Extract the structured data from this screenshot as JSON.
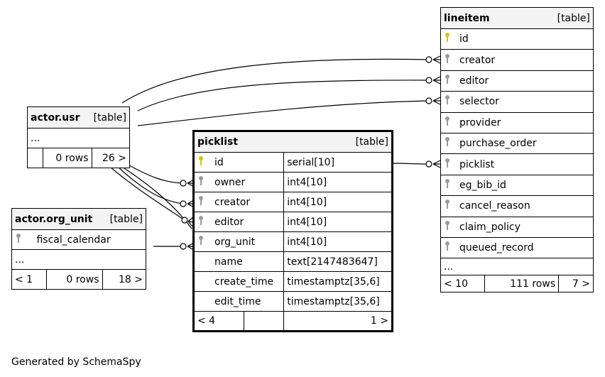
{
  "colors": {
    "primary_key": "#d4c400",
    "foreign_key": "#9a9a9a",
    "header_bg": "#f4f4f4",
    "line": "#000000"
  },
  "tables": {
    "actor_usr": {
      "name": "actor.usr",
      "type": "[table]",
      "ellipsis": "...",
      "footer": {
        "left": "",
        "mid": "0 rows",
        "right": "26 >"
      }
    },
    "actor_org_unit": {
      "name": "actor.org_unit",
      "type": "[table]",
      "columns": [
        {
          "name": "fiscal_calendar",
          "key": "foreign-key-icon"
        }
      ],
      "ellipsis": "...",
      "footer": {
        "left": "< 1",
        "mid": "0 rows",
        "right": "18 >"
      }
    },
    "picklist": {
      "name": "picklist",
      "type": "[table]",
      "columns": [
        {
          "name": "id",
          "type": "serial[10]",
          "key": "primary-key-icon"
        },
        {
          "name": "owner",
          "type": "int4[10]",
          "key": "foreign-key-icon"
        },
        {
          "name": "creator",
          "type": "int4[10]",
          "key": "foreign-key-icon"
        },
        {
          "name": "editor",
          "type": "int4[10]",
          "key": "foreign-key-icon"
        },
        {
          "name": "org_unit",
          "type": "int4[10]",
          "key": "foreign-key-icon"
        },
        {
          "name": "name",
          "type": "text[2147483647]",
          "key": ""
        },
        {
          "name": "create_time",
          "type": "timestamptz[35,6]",
          "key": ""
        },
        {
          "name": "edit_time",
          "type": "timestamptz[35,6]",
          "key": ""
        }
      ],
      "footer": {
        "left": "< 4",
        "mid": "",
        "right": "1 >"
      }
    },
    "lineitem": {
      "name": "lineitem",
      "type": "[table]",
      "columns": [
        {
          "name": "id",
          "key": "primary-key-icon"
        },
        {
          "name": "creator",
          "key": "foreign-key-icon"
        },
        {
          "name": "editor",
          "key": "foreign-key-icon"
        },
        {
          "name": "selector",
          "key": "foreign-key-icon"
        },
        {
          "name": "provider",
          "key": "foreign-key-icon"
        },
        {
          "name": "purchase_order",
          "key": "foreign-key-icon"
        },
        {
          "name": "picklist",
          "key": "foreign-key-icon"
        },
        {
          "name": "eg_bib_id",
          "key": "foreign-key-icon"
        },
        {
          "name": "cancel_reason",
          "key": "foreign-key-icon"
        },
        {
          "name": "claim_policy",
          "key": "foreign-key-icon"
        },
        {
          "name": "queued_record",
          "key": "foreign-key-icon"
        }
      ],
      "ellipsis": "...",
      "footer": {
        "left": "< 10",
        "mid": "111 rows",
        "right": "7 >"
      }
    }
  },
  "generated_by": "Generated by SchemaSpy"
}
